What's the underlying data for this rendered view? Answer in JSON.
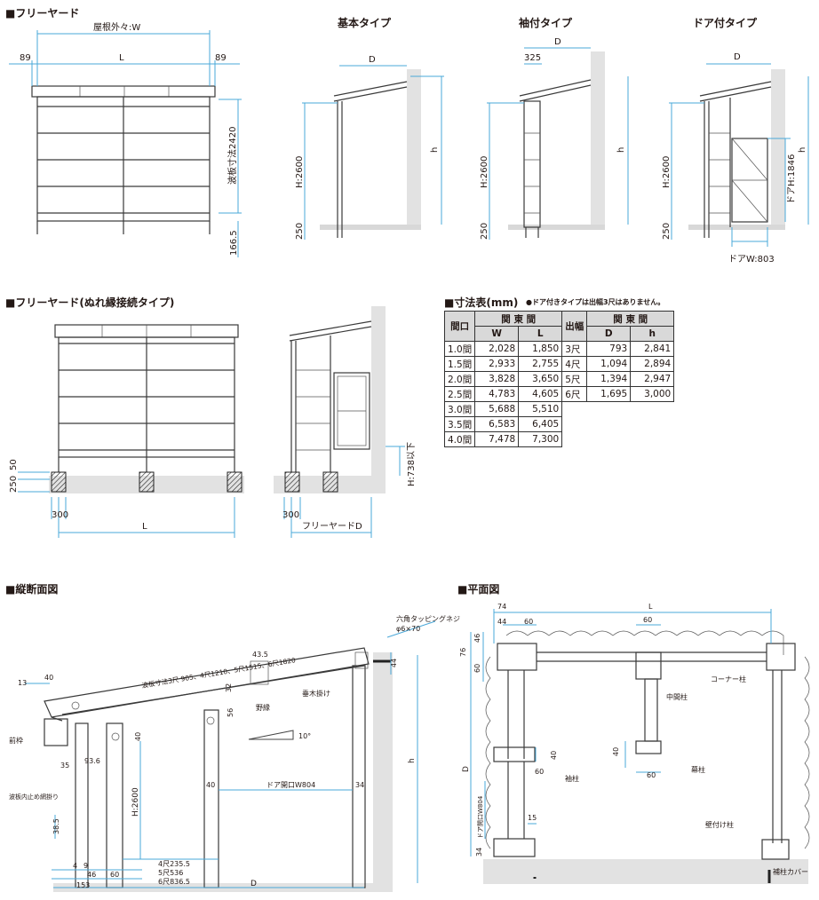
{
  "titles": {
    "free_yard": "■フリーヤード",
    "basic": "基本タイプ",
    "sode": "袖付タイプ",
    "door": "ドア付タイプ",
    "nure": "■フリーヤード(ぬれ縁接続タイプ)",
    "size_table": "■寸法表(mm)",
    "size_note": "●ドア付きタイプは出幅3尺はありません。",
    "section": "■縦断面図",
    "plan": "■平面図"
  },
  "fy_dims": {
    "w": "屋根外々:W",
    "l": "L",
    "left89": "89",
    "right89": "89",
    "panel": "波板寸法2420",
    "bottom": "166.5"
  },
  "type_dims": {
    "d": "D",
    "h2600": "H:2600",
    "h": "h",
    "g250": "250",
    "s325": "325",
    "door_h": "ドアH:1846",
    "door_w": "ドアW:803"
  },
  "nure_dims": {
    "d50": "50",
    "d250": "250",
    "d300": "300",
    "l": "L",
    "h738": "H:738以下",
    "fyd": "フリーヤードD"
  },
  "table": {
    "headers": {
      "opening": "間口",
      "kanto": "関 東 間",
      "deba": "出幅",
      "w": "W",
      "l": "L",
      "d": "D",
      "h": "h"
    },
    "left_rows": [
      [
        "1.0間",
        "2,028",
        "1,850"
      ],
      [
        "1.5間",
        "2,933",
        "2,755"
      ],
      [
        "2.0間",
        "3,828",
        "3,650"
      ],
      [
        "2.5間",
        "4,783",
        "4,605"
      ],
      [
        "3.0間",
        "5,688",
        "5,510"
      ],
      [
        "3.5間",
        "6,583",
        "6,405"
      ],
      [
        "4.0間",
        "7,478",
        "7,300"
      ]
    ],
    "right_rows": [
      [
        "3尺",
        "793",
        "2,841"
      ],
      [
        "4尺",
        "1,094",
        "2,894"
      ],
      [
        "5尺",
        "1,394",
        "2,947"
      ],
      [
        "6尺",
        "1,695",
        "3,000"
      ]
    ]
  },
  "section": {
    "panel": "波板寸法3尺 905、4尺1210、5尺1515、6尺1820",
    "screw": "六角タッピングネジ",
    "screw_size": "φ6×70",
    "d13": "13",
    "d40a": "40",
    "d435": "43.5",
    "d44": "44",
    "d32": "32",
    "d56": "56",
    "d40b": "40",
    "d10deg": "10°",
    "taruki": "垂木掛け",
    "noki": "野縁",
    "maewaku": "前枠",
    "d35": "35",
    "d936": "93.6",
    "hanging": "波板内止め網掛り",
    "d385": "38.5",
    "h2600": "H:2600",
    "door_open": "ドア開口W804",
    "d40c": "40",
    "d34": "34",
    "h": "h",
    "d4": "4",
    "d9": "9",
    "d46": "46",
    "d60": "60",
    "d153": "153",
    "r4": "4尺235.5",
    "r5": "5尺536",
    "r6": "6尺836.5",
    "d": "D"
  },
  "plan": {
    "d74": "74",
    "l": "L",
    "d44": "44",
    "d60a": "60",
    "d60b": "60",
    "d46": "46",
    "d76": "76",
    "d60c": "60",
    "corner": "コーナー柱",
    "mid": "中間柱",
    "d40a": "40",
    "d60d": "60",
    "d40b": "40",
    "sode": "袖柱",
    "d60e": "60",
    "maku": "幕柱",
    "d": "D",
    "door_w": "ドア開口W804",
    "d15": "15",
    "d34": "34",
    "wall": "壁付け柱",
    "cover": "補柱カバー"
  },
  "colors": {
    "dim": "#4aa8d8",
    "ground": "#cfcfcf",
    "frame": "#3a3a3a"
  }
}
